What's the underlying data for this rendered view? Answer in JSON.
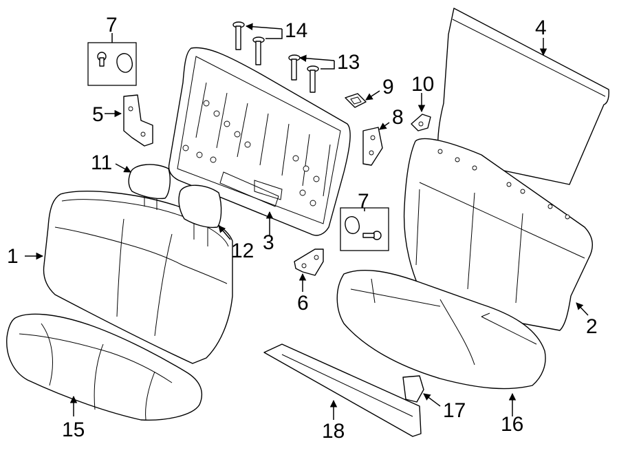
{
  "callouts": [
    "1",
    "2",
    "3",
    "4",
    "5",
    "6",
    "7",
    "7",
    "8",
    "9",
    "10",
    "11",
    "12",
    "13",
    "14",
    "15",
    "16",
    "17",
    "18"
  ],
  "colors": {
    "line": "#000000",
    "background": "#ffffff"
  }
}
